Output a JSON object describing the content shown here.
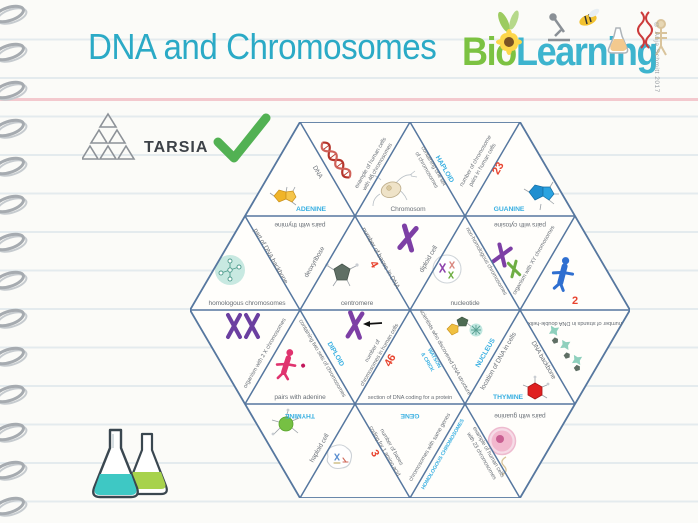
{
  "page": {
    "title": "DNA and Chromosomes",
    "brand": {
      "bio": "Bio",
      "learning": "Learning"
    },
    "copyright": "© Anja Schmitt 2017",
    "tarsia_label": "TARSIA",
    "colors": {
      "title": "#2baac6",
      "bio": "#7cc242",
      "learning": "#3db4ce",
      "checkmark": "#52b153",
      "puzzle_lines": "#56779f",
      "answer_blue": "#3ab0e2",
      "answer_red": "#e8432e",
      "question_gray": "#6b7178"
    }
  },
  "puzzle": {
    "labels": {
      "u1a_right": "DNA",
      "u1a_bottom": "ADENINE",
      "d1a_right_1": "example of human cells",
      "d1a_right_2": "with 46 chromosomes",
      "u1b_right_1": "containing one set",
      "u1b_right_2": "of chromosomes",
      "u1b_bottom": "Chromosom",
      "d1b_left": "HAPLOID",
      "d1b_right_1": "number of chromosome",
      "d1b_right_2": "pairs in human cells",
      "u1c_left": "23",
      "u1c_bottom": "GUANINE",
      "u2a_bottom": "homologous chromosomes",
      "d2a_top": "pairs with thymine",
      "d2a_left": "part of DNA backbone",
      "d2a_right": "deoxyribose",
      "u2b_bottom": "centromere",
      "u2b_right": "4",
      "d2b_left": "number of bases in DNA",
      "d2b_right": "diploid cell",
      "u2c_bottom": "nucleotide",
      "u2c_right": "non-homologous chromosomes",
      "d2c_top": "pairs with cytosine",
      "d2c_right": "organism with XY chromosomes",
      "u2d_bottom": "2",
      "d3a_right": "organism with 2 X chromosomes",
      "u3a_right": "containing two sets of chromosomes",
      "u3a_bottom": "pairs with adenine",
      "d3b_left": "DIPLOID",
      "d3b_right_1": "number of",
      "d3b_right_2": "chromosomes in human cells",
      "u3b_left": "46",
      "u3b_right_1": "WATSON",
      "u3b_right_2": "& CRICK",
      "u3b_bottom": "section of DNA coding for a protein",
      "d3c_left": "scientists who discovered DNA structure",
      "d3c_right": "NUCLEUS",
      "u3c_left": "location of DNA in cells",
      "u3c_right": "DNA backbone",
      "u3c_bottom": "THYMINE",
      "d3d_top": "number of strands in DNA double-helix",
      "d4a_top": "THYMINE",
      "d4a_right": "haploid cell",
      "u4a_right": "3",
      "d4b_top": "GENE",
      "d4b_left_1": "number of bases",
      "d4b_left_2": "coding for 1 amino acid",
      "d4b_right": "chromosomes with same genes",
      "u4b_left": "HOMOLOGOUS CHROMOSOMES",
      "u4b_right_1": "example of human cells",
      "u4b_right_2": "with 23 chromosomes",
      "d4c_top": "pairs with guanine"
    }
  }
}
